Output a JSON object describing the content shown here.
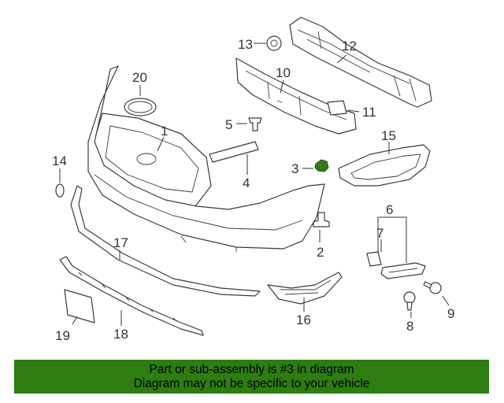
{
  "callouts": {
    "c1": "1",
    "c2": "2",
    "c3": "3",
    "c4": "4",
    "c5": "5",
    "c6": "6",
    "c7": "7",
    "c8": "8",
    "c9": "9",
    "c10": "10",
    "c11": "11",
    "c12": "12",
    "c13": "13",
    "c14": "14",
    "c15": "15",
    "c16": "16",
    "c17": "17",
    "c18": "18",
    "c19": "19",
    "c20": "20"
  },
  "highlight": {
    "part": "3",
    "color": "#2e7d10"
  },
  "banner": {
    "line1": "Part or sub-assembly is #3 in diagram",
    "line2": "Diagram may not be specific to your vehicle",
    "background": "#2e7d10"
  }
}
